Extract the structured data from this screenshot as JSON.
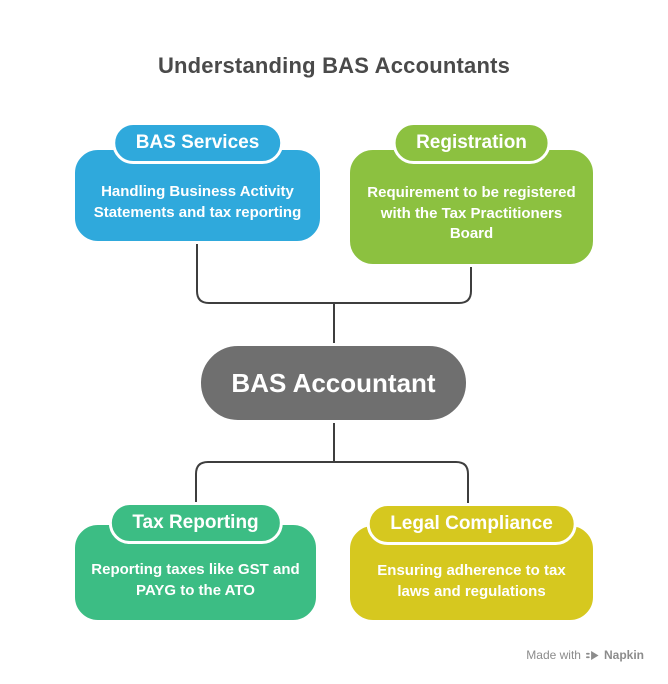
{
  "title": "Understanding BAS Accountants",
  "title_color": "#4A4A4A",
  "connector_color": "#3E3E3E",
  "center": {
    "label": "BAS Accountant",
    "color": "#6F6F6F"
  },
  "nodes": {
    "bas_services": {
      "label": "BAS Services",
      "description": "Handling Business Activity Statements and tax reporting",
      "color": "#2FA9DC"
    },
    "registration": {
      "label": "Registration",
      "description": "Requirement to be registered with the Tax Practitioners Board",
      "color": "#8CC140"
    },
    "tax_reporting": {
      "label": "Tax Reporting",
      "description": "Reporting taxes like GST and PAYG to the ATO",
      "color": "#3CBD84"
    },
    "legal_compliance": {
      "label": "Legal Compliance",
      "description": "Ensuring adherence to tax laws and regulations",
      "color": "#D6C81F"
    }
  },
  "watermark": {
    "made_with": "Made with",
    "brand": "Napkin",
    "color": "#8C8C8C"
  }
}
